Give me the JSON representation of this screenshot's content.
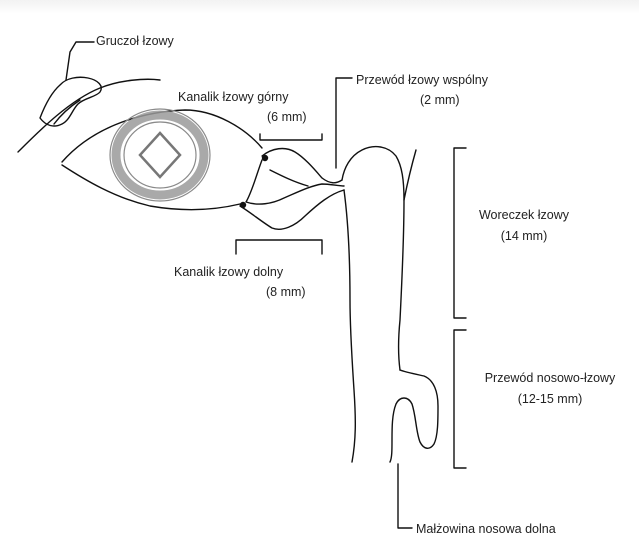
{
  "labels": {
    "lacrimal_gland": "Gruczoł łzowy",
    "upper_canaliculus": "Kanalik łzowy górny",
    "upper_canaliculus_size": "(6 mm)",
    "common_duct": "Przewód łzowy wspólny",
    "common_duct_size": "(2 mm)",
    "lacrimal_sac": "Woreczek łzowy",
    "lacrimal_sac_size": "(14 mm)",
    "lower_canaliculus": "Kanalik łzowy dolny",
    "lower_canaliculus_size": "(8 mm)",
    "nasolacrimal_duct": "Przewód nosowo-łzowy",
    "nasolacrimal_duct_size": "(12-15 mm)",
    "inferior_turbinate": "Małżowina nosowa dolna"
  },
  "colors": {
    "line": "#111111",
    "iris": "#9a9a9a",
    "text": "#222222"
  }
}
